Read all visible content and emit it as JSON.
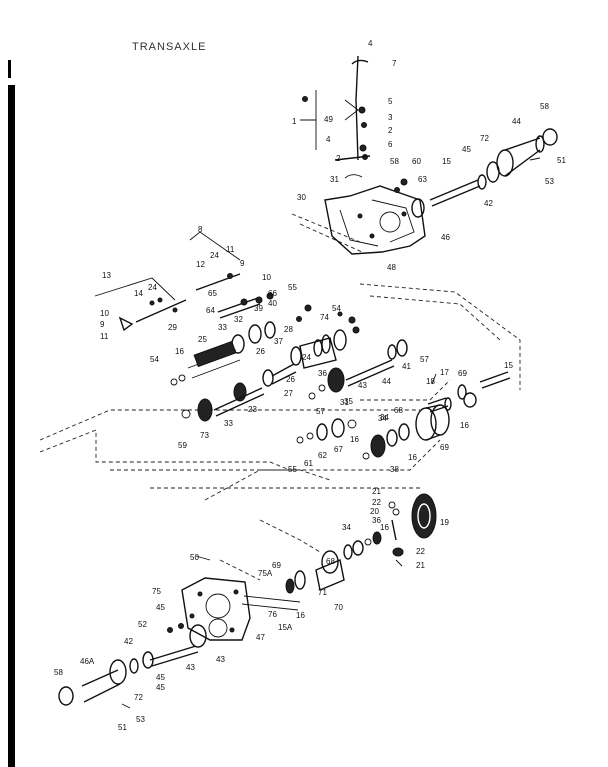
{
  "title": "TRANSAXLE",
  "labels": [
    "4",
    "7",
    "5",
    "49",
    "3",
    "1",
    "2",
    "4",
    "6",
    "2",
    "58",
    "60",
    "15",
    "31",
    "63",
    "45",
    "72",
    "44",
    "58",
    "51",
    "53",
    "42",
    "30",
    "46",
    "48",
    "8",
    "24",
    "11",
    "12",
    "9",
    "10",
    "13",
    "14",
    "24",
    "65",
    "66",
    "55",
    "74",
    "54",
    "10",
    "29",
    "64",
    "39",
    "40",
    "9",
    "11",
    "32",
    "25",
    "33",
    "28",
    "26",
    "16",
    "37",
    "54",
    "57",
    "18",
    "17",
    "69",
    "15",
    "24",
    "27",
    "36",
    "43",
    "44",
    "41",
    "35",
    "26",
    "23",
    "57",
    "31",
    "34",
    "68",
    "73",
    "55",
    "61",
    "62",
    "67",
    "59",
    "33",
    "16",
    "34",
    "16",
    "69",
    "38",
    "16",
    "21",
    "22",
    "20",
    "19",
    "36",
    "16",
    "22",
    "21",
    "34",
    "68",
    "50",
    "75A",
    "69",
    "71",
    "70",
    "75",
    "45",
    "76",
    "16",
    "47",
    "15A",
    "43",
    "42",
    "52",
    "45",
    "46A",
    "43",
    "58",
    "72",
    "45",
    "53",
    "51"
  ]
}
